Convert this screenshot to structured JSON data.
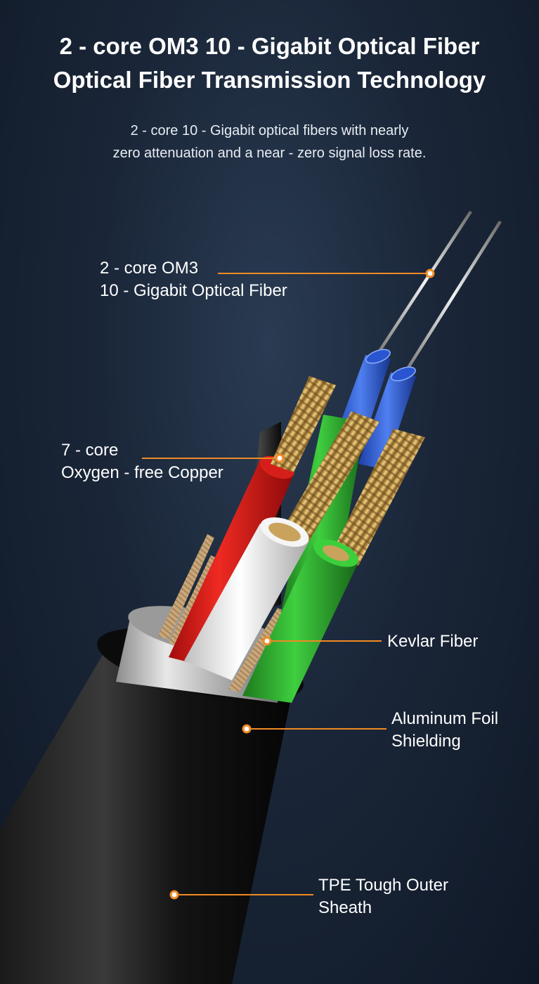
{
  "header": {
    "title_line1": "2 - core OM3 10 - Gigabit Optical Fiber",
    "title_line2": "Optical Fiber Transmission Technology",
    "subtitle_line1": "2 - core 10 - Gigabit optical fibers with nearly",
    "subtitle_line2": "zero attenuation and a near - zero signal loss rate."
  },
  "callouts": {
    "fiber": {
      "line1": "2 - core OM3",
      "line2": "10 - Gigabit Optical Fiber"
    },
    "copper": {
      "line1": "7 - core",
      "line2": "Oxygen - free Copper"
    },
    "kevlar": {
      "line1": "Kevlar Fiber"
    },
    "foil": {
      "line1": "Aluminum Foil",
      "line2": "Shielding"
    },
    "sheath": {
      "line1": "TPE Tough Outer",
      "line2": "Sheath"
    }
  },
  "colors": {
    "callout_line": "#f08a24",
    "background": "#1a2638"
  }
}
